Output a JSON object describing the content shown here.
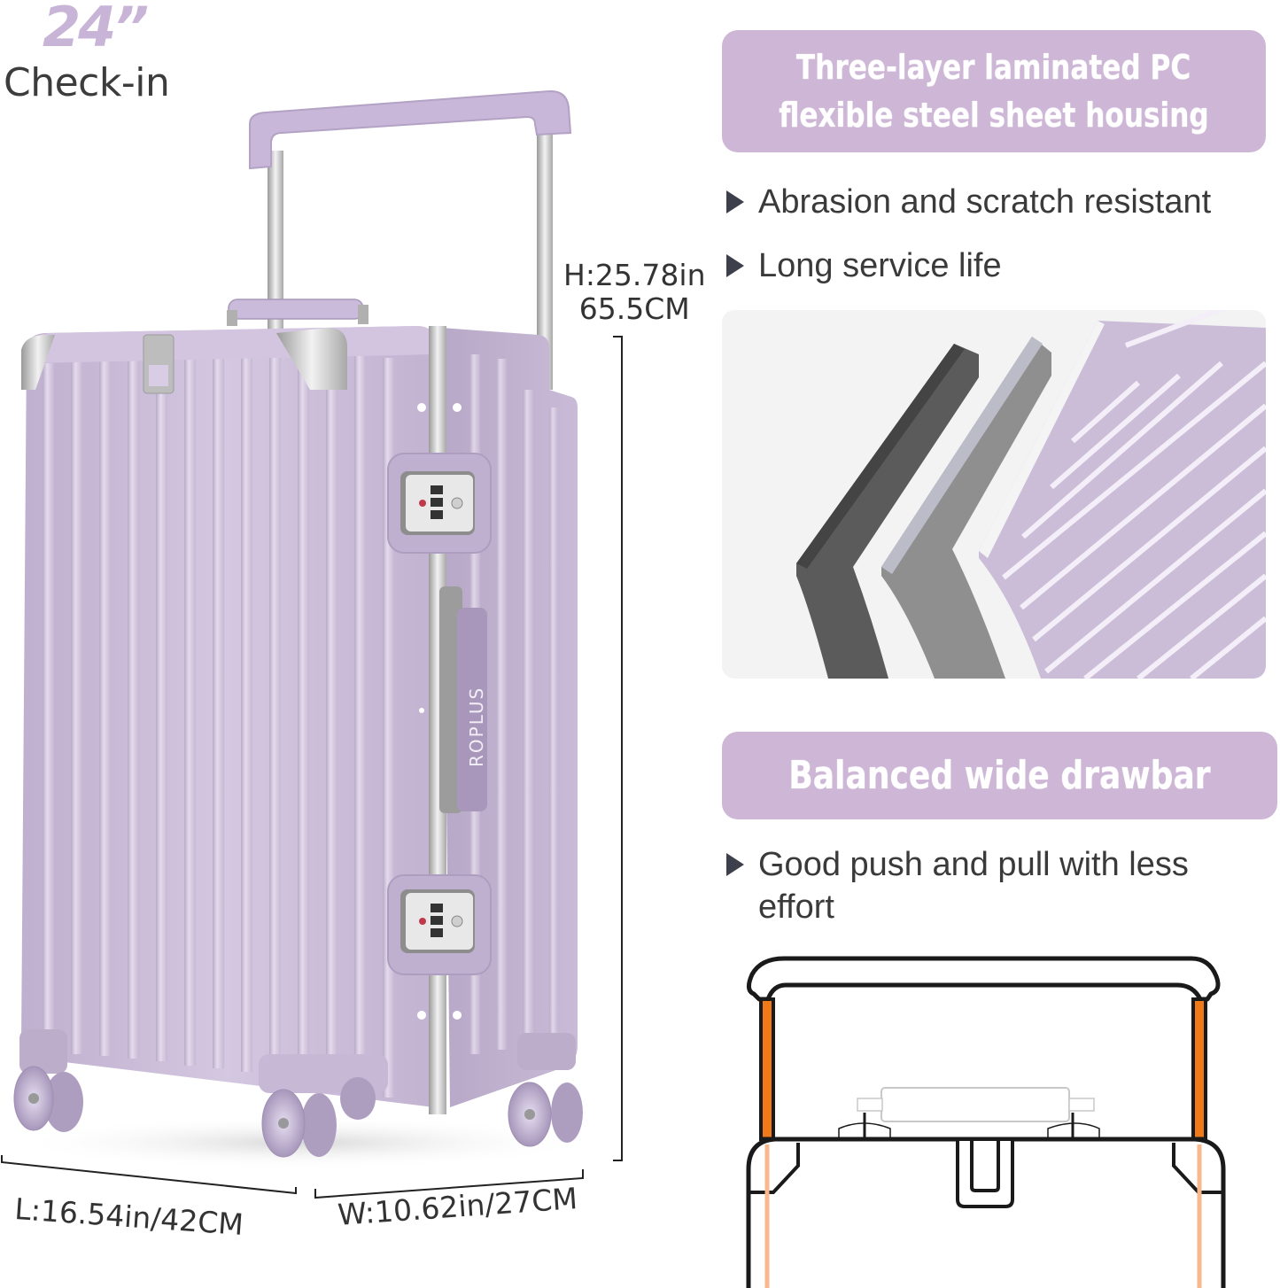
{
  "product": {
    "size_label": "24”",
    "type_label": "Check-in",
    "brand_on_handle": "ROPLUS",
    "colors": {
      "body_lavender": "#c9b8d8",
      "banner_lavender": "#cdb6d6",
      "text_dark": "#3a3a3a",
      "drawbar_orange": "#f07a1a",
      "drawbar_orange_light": "#f8b88c"
    }
  },
  "dimensions": {
    "height_in": "H:25.78in",
    "height_cm": "65.5CM",
    "length": "L:16.54in/42CM",
    "width": "W:10.62in/27CM"
  },
  "features": [
    {
      "banner_line1": "Three-layer laminated PC",
      "banner_line2": "flexible steel sheet housing",
      "bullets": [
        "Abrasion and scratch resistant",
        "Long service life"
      ],
      "image": "three-layer-sheet-illustration"
    },
    {
      "banner_line1": "Balanced wide drawbar",
      "bullets": [
        "Good push and pull with less effort"
      ],
      "image": "wide-drawbar-diagram"
    }
  ]
}
